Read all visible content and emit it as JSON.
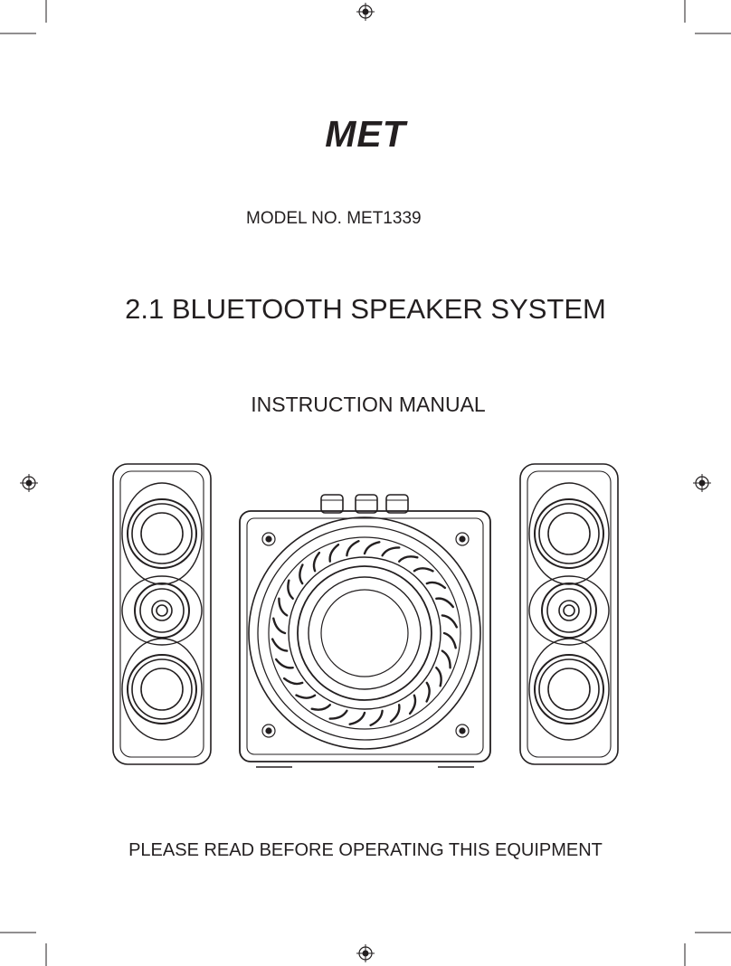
{
  "brand": "MET",
  "model_line": "MODEL NO. MET1339",
  "product_title": "2.1 BLUETOOTH SPEAKER SYSTEM",
  "document_type": "INSTRUCTION MANUAL",
  "warning_text": "PLEASE READ BEFORE OPERATING THIS EQUIPMENT",
  "colors": {
    "ink": "#231f20",
    "paper": "#ffffff"
  },
  "icons": [
    "registration-mark-icon",
    "crop-mark-icon"
  ]
}
